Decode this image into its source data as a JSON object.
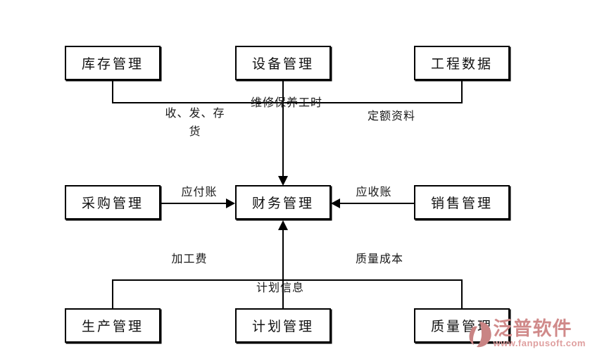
{
  "diagram": {
    "title_semantic": "erp-module-relationship-diagram",
    "nodes": {
      "inventory": {
        "label": "库存管理"
      },
      "equipment": {
        "label": "设备管理"
      },
      "engineering_data": {
        "label": "工程数据"
      },
      "procurement": {
        "label": "采购管理"
      },
      "finance": {
        "label": "财务管理"
      },
      "sales": {
        "label": "销售管理"
      },
      "production": {
        "label": "生产管理"
      },
      "planning": {
        "label": "计划管理"
      },
      "quality": {
        "label": "质量管理"
      }
    },
    "edge_labels": {
      "receive_send_stock": "收、发、存\n货",
      "maintenance_hours": "维修保养工时",
      "quota_data": "定额资料",
      "accounts_payable": "应付账",
      "accounts_receivable": "应收账",
      "processing_fee": "加工费",
      "quality_cost": "质量成本",
      "plan_info": "计划信息"
    },
    "colors": {
      "line": "#000000",
      "text": "#1a1a1a",
      "box_border": "#000000",
      "background": "#ffffff"
    }
  },
  "watermark": {
    "brand": "泛普软件",
    "url": "www.fanpusoft.com",
    "brand_color": "#d08a8a",
    "url_color": "#df9f9f",
    "logo_color": "#c98484"
  }
}
